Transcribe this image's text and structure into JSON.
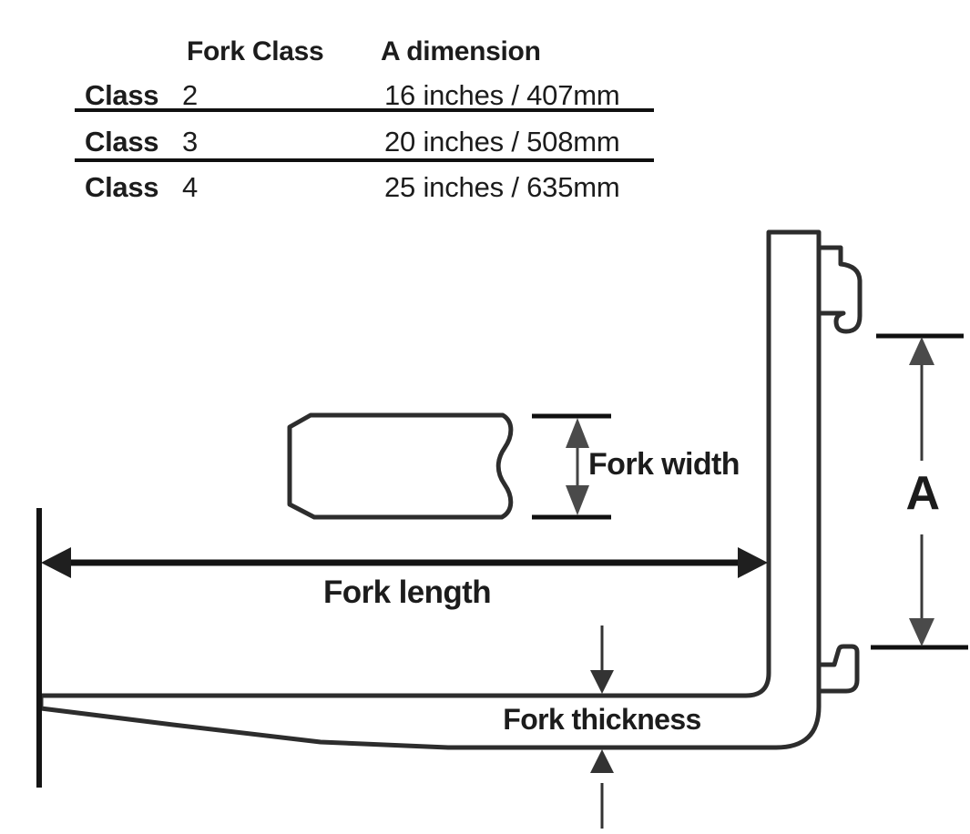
{
  "table": {
    "headers": {
      "fork_class": "Fork Class",
      "a_dimension": "A dimension"
    },
    "rows": [
      {
        "label": "Class",
        "number": "2",
        "value": "16 inches / 407mm"
      },
      {
        "label": "Class",
        "number": "3",
        "value": "20 inches / 508mm"
      },
      {
        "label": "Class",
        "number": "4",
        "value": "25 inches / 635mm"
      }
    ]
  },
  "diagram": {
    "labels": {
      "fork_width": "Fork width",
      "fork_length": "Fork length",
      "fork_thickness": "Fork thickness",
      "a_dimension": "A"
    },
    "colors": {
      "outline": "#2d2d2d",
      "dimension_line": "#141414",
      "arrowhead": "#4a4a4a",
      "text": "#1c1c1c",
      "background": "#ffffff"
    }
  }
}
